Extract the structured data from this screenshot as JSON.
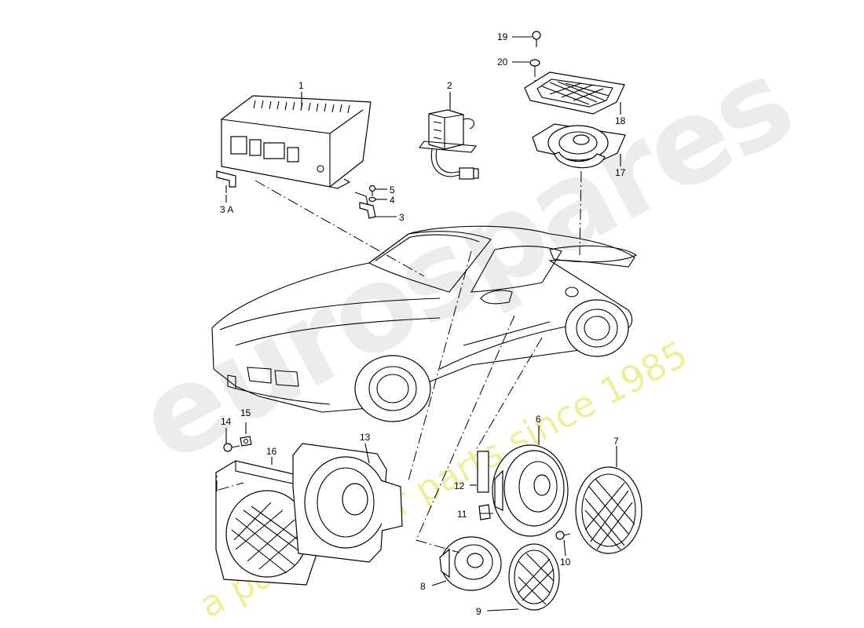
{
  "watermark": {
    "brand": "eurospares",
    "tagline": "a passion for parts since 1985"
  },
  "callouts": [
    {
      "id": "c1",
      "text": "1"
    },
    {
      "id": "c2",
      "text": "2"
    },
    {
      "id": "c3",
      "text": "3"
    },
    {
      "id": "c3a",
      "text": "3 A"
    },
    {
      "id": "c4",
      "text": "4"
    },
    {
      "id": "c5",
      "text": "5"
    },
    {
      "id": "c6",
      "text": "6"
    },
    {
      "id": "c7",
      "text": "7"
    },
    {
      "id": "c8",
      "text": "8"
    },
    {
      "id": "c9",
      "text": "9"
    },
    {
      "id": "c10",
      "text": "10"
    },
    {
      "id": "c11",
      "text": "11"
    },
    {
      "id": "c12",
      "text": "12"
    },
    {
      "id": "c13",
      "text": "13"
    },
    {
      "id": "c14",
      "text": "14"
    },
    {
      "id": "c15",
      "text": "15"
    },
    {
      "id": "c16",
      "text": "16"
    },
    {
      "id": "c17",
      "text": "17"
    },
    {
      "id": "c18",
      "text": "18"
    },
    {
      "id": "c19",
      "text": "19"
    },
    {
      "id": "c20",
      "text": "20"
    }
  ]
}
